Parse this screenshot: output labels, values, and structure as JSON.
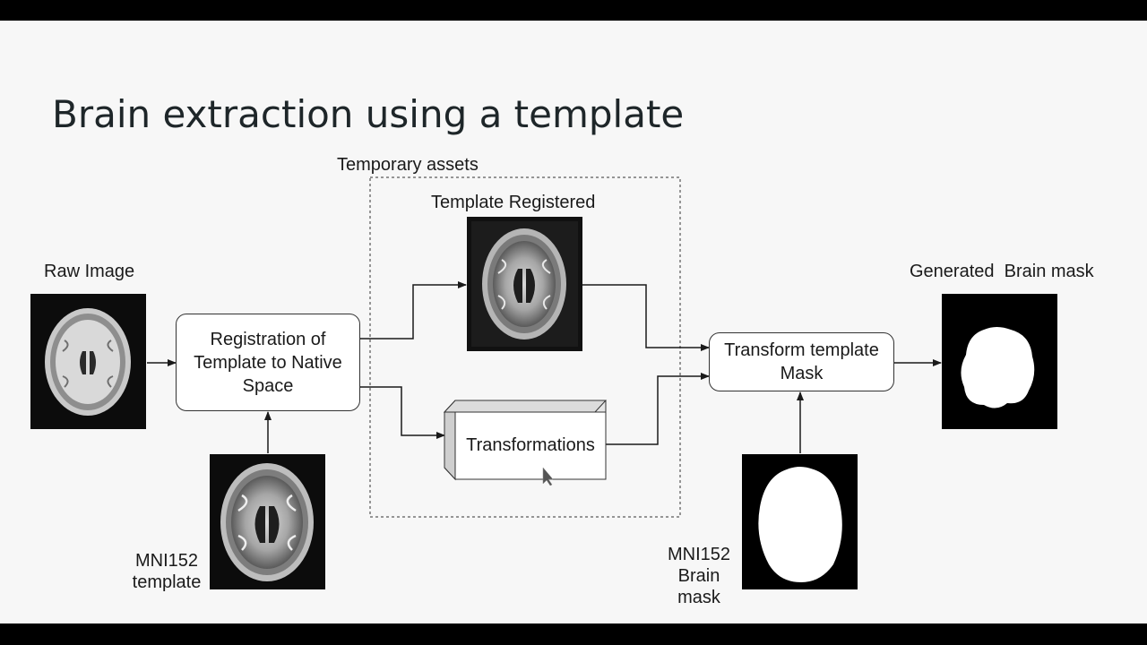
{
  "title": "Brain extraction using a template",
  "group_label": "Temporary assets",
  "nodes": {
    "raw_image": "Raw Image",
    "registration": "Registration of\nTemplate to Native\nSpace",
    "template_registered": "Template Registered",
    "transformations": "Transformations",
    "transform_mask": "Transform template\nMask",
    "generated_mask": "Generated  Brain mask",
    "mni_template": "MNI152\ntemplate",
    "mni_mask": "MNI152\nBrain\nmask"
  },
  "colors": {
    "slide_bg": "#f7f7f7",
    "frame": "#000000",
    "line": "#1a1a1a"
  }
}
